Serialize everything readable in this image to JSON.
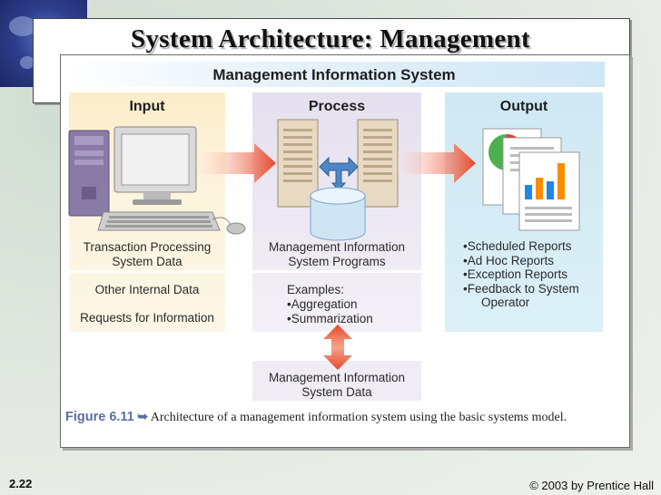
{
  "slide": {
    "title": "System Architecture: Management",
    "slide_number": "2.22",
    "copyright": "© 2003 by Prentice Hall"
  },
  "diagram": {
    "header": "Management Information System",
    "columns": {
      "input": {
        "heading": "Input",
        "items": [
          "Transaction Processing",
          "System Data",
          "Other Internal Data",
          "Requests for Information"
        ]
      },
      "process": {
        "heading": "Process",
        "programs": [
          "Management Information",
          "System Programs"
        ],
        "examples_heading": "Examples:",
        "examples": [
          "•Aggregation",
          "•Summarization"
        ],
        "data_store": [
          "Management Information",
          "System Data"
        ]
      },
      "output": {
        "heading": "Output",
        "items": [
          "•Scheduled Reports",
          "•Ad Hoc Reports",
          "•Exception Reports",
          "•Feedback to System",
          "Operator"
        ]
      }
    },
    "caption": {
      "figure_label": "Figure 6.11",
      "arrow": "➥",
      "text": "Architecture of a management information system using the basic systems model."
    }
  },
  "colors": {
    "input_band": "#fbecc8",
    "process_band": "#ebe7f2",
    "output_band": "#cfe8f3",
    "flow_arrow": "#e8472a",
    "caption_accent": "#5a6ea4"
  },
  "icons": [
    "computer-icon",
    "server-icon",
    "database-icon",
    "report-icon",
    "arrow-right-icon",
    "double-arrow-icon"
  ]
}
